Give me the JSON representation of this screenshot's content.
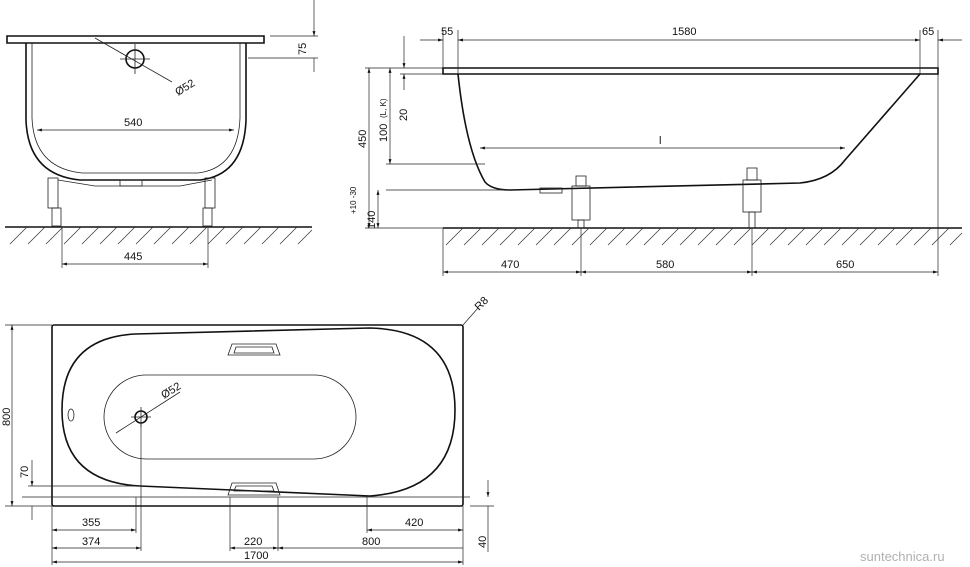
{
  "side_view": {
    "d_75": "75",
    "d_540": "540",
    "d_445": "445",
    "drain_dia": "Ø52"
  },
  "length_view": {
    "d_55": "55",
    "d_1580": "1580",
    "d_65": "65",
    "d_450": "450",
    "d_100": "100",
    "d_100_note": "(L, K)",
    "d_20": "20",
    "d_140": "140",
    "d_140_tol": "+10 -30",
    "d_l": "l",
    "d_470": "470",
    "d_580": "580",
    "d_650": "650"
  },
  "top_view": {
    "d_r8": "R8",
    "drain_dia": "Ø52",
    "d_800": "800",
    "d_70": "70",
    "d_355": "355",
    "d_374": "374",
    "d_220": "220",
    "d_800b": "800",
    "d_420": "420",
    "d_40": "40",
    "d_1700": "1700"
  },
  "watermark": "suntechnica.ru"
}
